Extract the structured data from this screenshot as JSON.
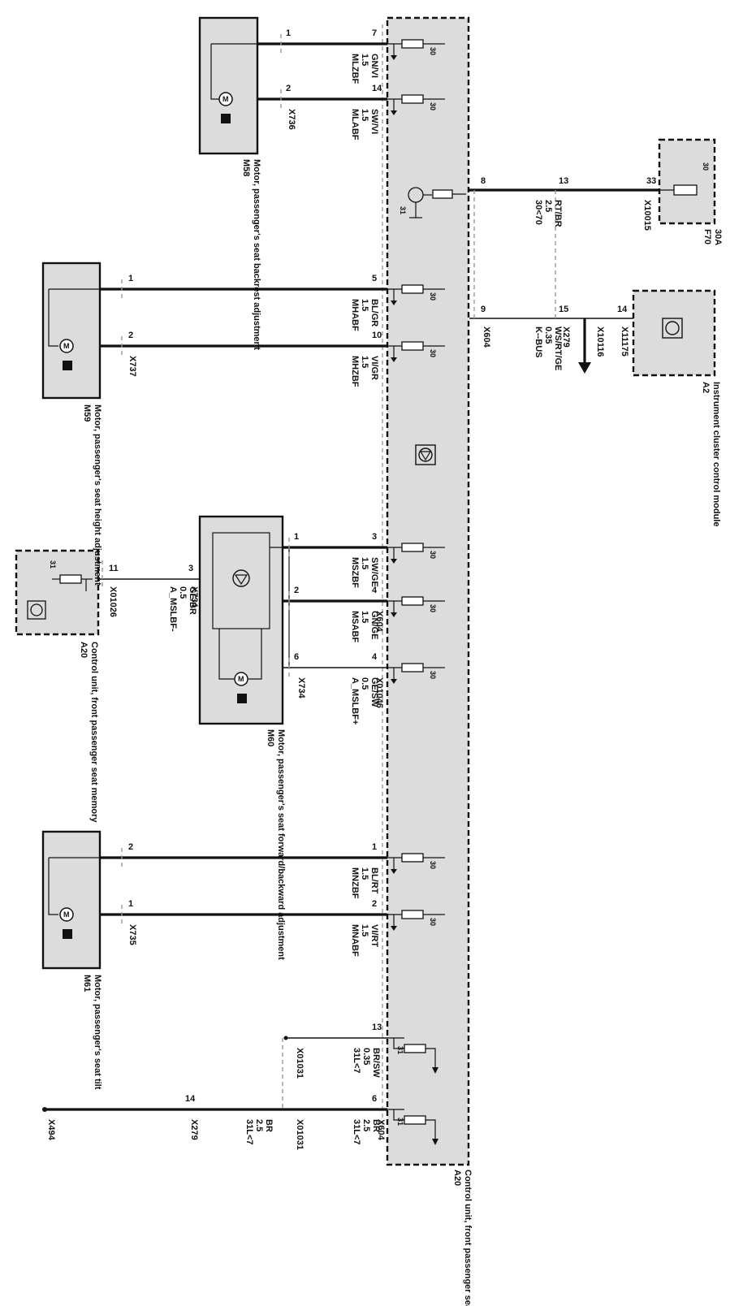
{
  "components": {
    "a20_main": {
      "id": "A20",
      "desc": "Control unit, front passenger seat memory"
    },
    "a20_small": {
      "id": "A20",
      "desc": "Control unit, front passenger seat memory"
    },
    "a2": {
      "id": "A2",
      "desc": "Instrument cluster control module"
    },
    "f70": {
      "id": "F70",
      "rating": "30A"
    },
    "m58": {
      "id": "M58",
      "desc": "Motor, passenger's seat backrest adjustment"
    },
    "m59": {
      "id": "M59",
      "desc": "Motor, passenger's seat height adjustment"
    },
    "m60": {
      "id": "M60",
      "desc": "Motor, passenger's seat forward/backward adjustment"
    },
    "m61": {
      "id": "M61",
      "desc": "Motor, passenger's seat tilt"
    }
  },
  "wires": [
    {
      "key": "mlzbf",
      "signal": "MLZBF",
      "size": "1.5",
      "color": "GN/VI",
      "ecu_pin": "7",
      "motor_pin": "1",
      "connector": ""
    },
    {
      "key": "mlabf",
      "signal": "MLABF",
      "size": "1.5",
      "color": "SW/VI",
      "ecu_pin": "14",
      "motor_pin": "2",
      "connector": "X736"
    },
    {
      "key": "mhabf",
      "signal": "MHABF",
      "size": "1.5",
      "color": "BL/GR",
      "ecu_pin": "5",
      "motor_pin": "1",
      "connector": ""
    },
    {
      "key": "mhzbf",
      "signal": "MHZBF",
      "size": "1.5",
      "color": "VI/GR",
      "ecu_pin": "10",
      "motor_pin": "2",
      "connector": "X737"
    },
    {
      "key": "mszbf",
      "signal": "MSZBF",
      "size": "1.5",
      "color": "SW/GE",
      "ecu_pin": "3",
      "motor_pin": "1",
      "connector": ""
    },
    {
      "key": "msabf",
      "signal": "MSABF",
      "size": "1.5",
      "color": "GN/GE",
      "ecu_pin": "4",
      "motor_pin": "2",
      "connector": "X604"
    },
    {
      "key": "amslbfp",
      "signal": "A_MSLBF+",
      "size": "0.5",
      "color": "GE/SW",
      "ecu_pin": "4",
      "motor_pin": "6",
      "connector": "X01046",
      "motor_conn": "X734"
    },
    {
      "key": "mnzbf",
      "signal": "MNZBF",
      "size": "1.5",
      "color": "BL/RT",
      "ecu_pin": "1",
      "motor_pin": "2",
      "connector": ""
    },
    {
      "key": "mnabf",
      "signal": "MNABF",
      "size": "1.5",
      "color": "VI/RT",
      "ecu_pin": "2",
      "motor_pin": "1",
      "connector": "X735"
    }
  ],
  "amslbfm": {
    "signal": "A_MSLBF-",
    "size": "0.5",
    "color": "GE/BR",
    "pin_m60": "3",
    "conn_m60": "X734",
    "pin_a20": "11",
    "conn_a20": "X01026"
  },
  "supply": {
    "signal": "30<70",
    "size": "2.5",
    "color": "RT/BR",
    "ecu_pin": "8",
    "splice_pin": "13",
    "fuse_pin": "33",
    "fuse_conn": "X10015"
  },
  "kbus": {
    "signal": "K--BUS",
    "size": "0.35",
    "color": "WS/RT/GE",
    "ecu_pin": "9",
    "ecu_conn": "X604",
    "splice_pin": "15",
    "splice_conn": "X279",
    "arrow_conn": "X10116",
    "a2_pin": "14",
    "a2_conn": "X11175"
  },
  "ground1": {
    "signal": "31L<7",
    "size": "0.35",
    "color": "BR/SW",
    "ecu_pin": "13",
    "conn": "X01031"
  },
  "ground2": {
    "signal": "31L<7",
    "size": "2.5",
    "color": "BR",
    "ecu_pin": "6",
    "ecu_conn": "X604",
    "mid_conn": "X01031"
  },
  "ground3": {
    "signal": "31L<7",
    "size": "2.5",
    "color": "BR",
    "pin": "14",
    "conn": "X279",
    "end_conn": "X494"
  },
  "labels": {
    "ecu_30": "30",
    "ecu_31": "31",
    "pin_31": "31",
    "fuse_30": "30"
  }
}
